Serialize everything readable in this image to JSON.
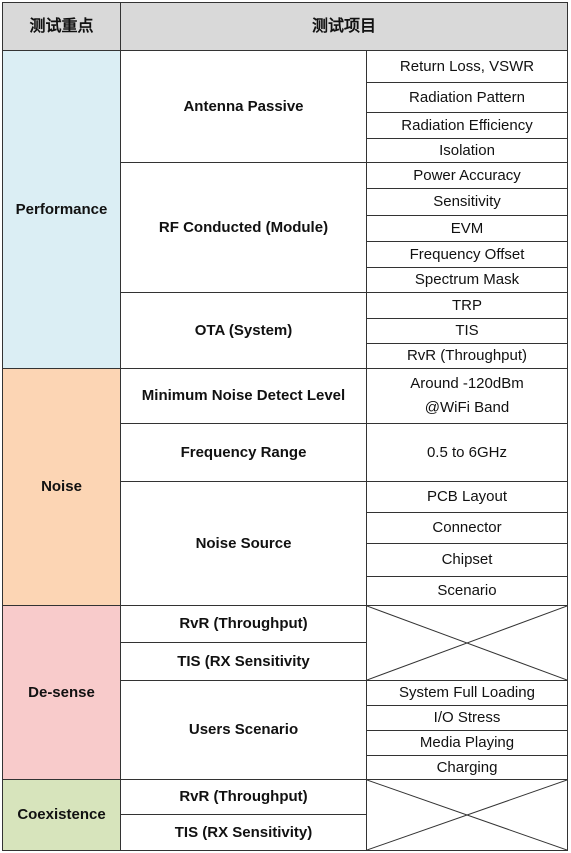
{
  "header": {
    "col1": "测试重点",
    "col2": "测试项目"
  },
  "performance": {
    "label": "Performance",
    "antenna_passive": {
      "label": "Antenna Passive",
      "items": [
        "Return Loss, VSWR",
        "Radiation Pattern",
        "Radiation Efficiency",
        "Isolation"
      ]
    },
    "rf_conducted": {
      "label": "RF Conducted (Module)",
      "items": [
        "Power Accuracy",
        "Sensitivity",
        "EVM",
        "Frequency Offset",
        "Spectrum Mask"
      ]
    },
    "ota": {
      "label": "OTA (System)",
      "items": [
        "TRP",
        "TIS",
        "RvR (Throughput)"
      ]
    }
  },
  "noise": {
    "label": "Noise",
    "min_noise": {
      "label": "Minimum Noise Detect Level",
      "value_line1": "Around -120dBm",
      "value_line2": "@WiFi Band"
    },
    "freq_range": {
      "label": "Frequency Range",
      "value": "0.5 to 6GHz"
    },
    "noise_source": {
      "label": "Noise Source",
      "items": [
        "PCB Layout",
        "Connector",
        "Chipset",
        "Scenario"
      ]
    }
  },
  "desense": {
    "label": "De-sense",
    "rvr": "RvR (Throughput)",
    "tis": "TIS (RX Sensitivity",
    "users_scenario": {
      "label": "Users Scenario",
      "items": [
        "System Full Loading",
        "I/O Stress",
        "Media Playing",
        "Charging"
      ]
    }
  },
  "coexistence": {
    "label": "Coexistence",
    "rvr": "RvR (Throughput)",
    "tis": "TIS (RX Sensitivity)"
  }
}
